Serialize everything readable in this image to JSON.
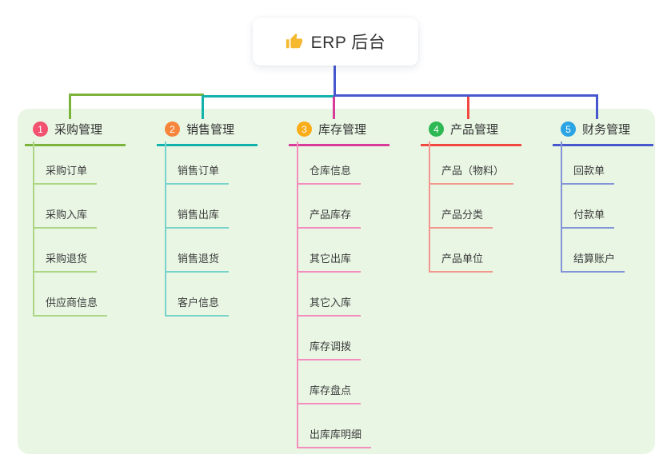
{
  "root": {
    "label": "ERP 后台",
    "icon": "thumbs-up-icon"
  },
  "colors": {
    "page_bg": "#FFFFFF",
    "panel_bg": "#E9F6E4",
    "root_line": "#4758CF",
    "title_text": "#333333",
    "child_text": "#3C3C3C",
    "thumb_icon": "#F5B82E"
  },
  "branches": [
    {
      "number": "1",
      "label": "采购管理",
      "badge_color": "#F2526F",
      "line_color": "#7CB43B",
      "light_color": "#ACD584",
      "children": [
        "采购订单",
        "采购入库",
        "采购退货",
        "供应商信息"
      ]
    },
    {
      "number": "2",
      "label": "销售管理",
      "badge_color": "#F6863D",
      "line_color": "#12B2AC",
      "light_color": "#7AD3CB",
      "children": [
        "销售订单",
        "销售出库",
        "销售退货",
        "客户信息"
      ]
    },
    {
      "number": "3",
      "label": "库存管理",
      "badge_color": "#FBAD19",
      "line_color": "#D93B98",
      "light_color": "#F48CBF",
      "children": [
        "仓库信息",
        "产品库存",
        "其它出库",
        "其它入库",
        "库存调拨",
        "库存盘点",
        "出库库明细"
      ]
    },
    {
      "number": "4",
      "label": "产品管理",
      "badge_color": "#2EB853",
      "line_color": "#F2473F",
      "light_color": "#F3968E",
      "children": [
        "产品（物料）",
        "产品分类",
        "产品单位"
      ]
    },
    {
      "number": "5",
      "label": "财务管理",
      "badge_color": "#2BA4E4",
      "line_color": "#4758CF",
      "light_color": "#8293D8",
      "children": [
        "回款单",
        "付款单",
        "结算账户"
      ]
    }
  ]
}
